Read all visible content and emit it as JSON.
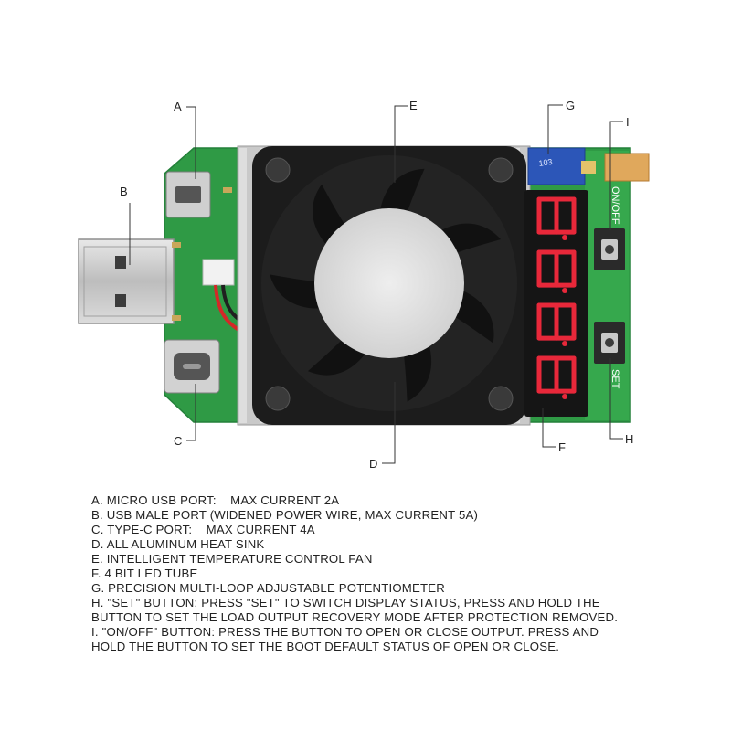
{
  "labels": {
    "a": "A",
    "b": "B",
    "c": "C",
    "d": "D",
    "e": "E",
    "f": "F",
    "g": "G",
    "h": "H",
    "i": "I"
  },
  "board": {
    "display_digits": [
      "8",
      "8",
      "8",
      "8"
    ],
    "on_off_text": "ON/OFF",
    "set_text": "SET",
    "potentiometer_text": "103"
  },
  "colors": {
    "pcb": "#2f9a45",
    "led": "#e8283a",
    "fan": "#1c1c1c"
  },
  "descriptions": [
    "A. MICRO USB PORT:    MAX CURRENT 2A",
    "B. USB MALE PORT (WIDENED POWER WIRE, MAX CURRENT 5A)",
    "C. TYPE-C PORT:    MAX CURRENT 4A",
    "D. ALL ALUMINUM HEAT SINK",
    "E. INTELLIGENT TEMPERATURE CONTROL FAN",
    "F. 4 BIT LED TUBE",
    "G. PRECISION MULTI-LOOP ADJUSTABLE POTENTIOMETER",
    "H. \"SET\" BUTTON: PRESS \"SET\" TO SWITCH DISPLAY STATUS, PRESS AND HOLD THE",
    "BUTTON TO SET THE LOAD OUTPUT RECOVERY MODE AFTER PROTECTION REMOVED.",
    "I. \"ON/OFF\" BUTTON: PRESS THE BUTTON TO OPEN OR CLOSE OUTPUT. PRESS AND",
    "HOLD THE BUTTON TO SET THE BOOT DEFAULT STATUS OF OPEN OR CLOSE."
  ]
}
